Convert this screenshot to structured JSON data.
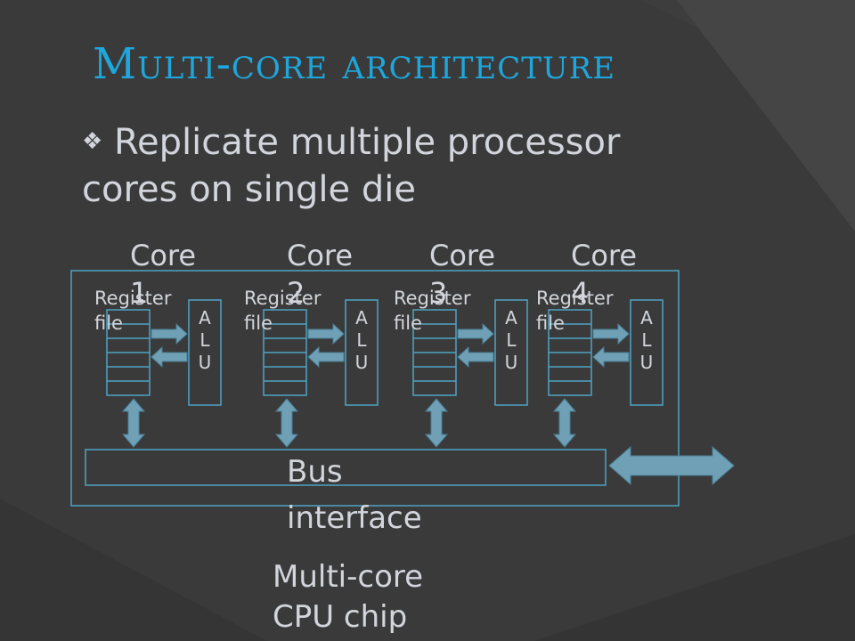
{
  "slide": {
    "title": "Multi-core architecture",
    "bullet_icon": "diamond-bullet-icon",
    "bullet_text": "Replicate multiple processor cores on single die"
  },
  "diagram": {
    "cores": [
      {
        "label": "Core 1",
        "register_label": "Register file",
        "alu_label": "ALU"
      },
      {
        "label": "Core 2",
        "register_label": "Register file",
        "alu_label": "ALU"
      },
      {
        "label": "Core 3",
        "register_label": "Register file",
        "alu_label": "ALU"
      },
      {
        "label": "Core 4",
        "register_label": "Register file",
        "alu_label": "ALU"
      }
    ],
    "bus_label": "Bus interface",
    "chip_label": "Multi-core CPU chip"
  },
  "colors": {
    "background": "#3d3d3d",
    "title": "#1ea7dc",
    "text": "#d2d6dc",
    "outline": "#4fa3c4",
    "arrow_fill": "#6fa0b5"
  }
}
